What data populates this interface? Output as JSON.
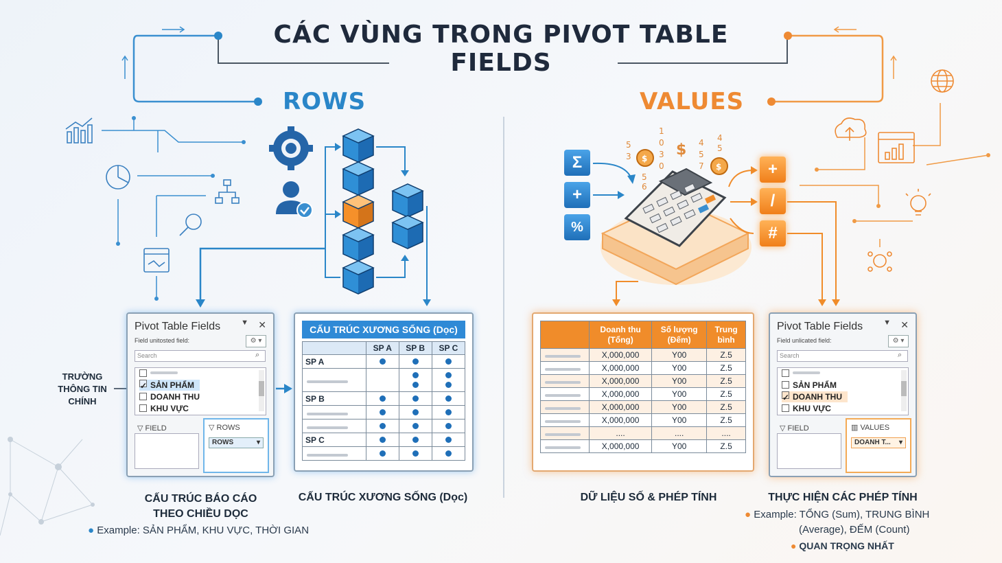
{
  "title": "CÁC VÙNG TRONG PIVOT TABLE FIELDS",
  "rows_section": {
    "heading": "ROWS",
    "side_label": [
      "TRƯỜNG",
      "THÔNG TIN",
      "CHÍNH"
    ],
    "panel": {
      "title": "Pivot Table Fields",
      "subtitle": "Field unitosted field:",
      "search_placeholder": "Search",
      "items": [
        "SẢN PHẨM",
        "DOANH THU",
        "KHU VỰC"
      ],
      "field_area_label": "FIELD",
      "rows_area_label": "ROWS",
      "rows_chip": "ROWS"
    },
    "table": {
      "title": "CẤU TRÚC XƯƠNG SỐNG (Dọc)",
      "columns": [
        "SP A",
        "SP B",
        "SP C"
      ],
      "row_labels": [
        "SP A",
        "",
        "",
        "SP B",
        "",
        "",
        "SP C",
        ""
      ]
    },
    "caption_left": [
      "CẤU TRÚC BÁO CÁO",
      "THEO CHIỀU DỌC"
    ],
    "caption_right": "CẤU TRÚC XƯƠNG SỐNG (Dọc)",
    "example": "Example: SẢN PHẨM, KHU VỰC, THỜI GIAN"
  },
  "values_section": {
    "heading": "VALUES",
    "operators_left": [
      "Σ",
      "+",
      "%"
    ],
    "operators_right": [
      "+",
      "/",
      "#"
    ],
    "table": {
      "headers": [
        "Doanh thu (Tổng)",
        "Số lượng (Đếm)",
        "Trung bình"
      ],
      "rows": [
        [
          "X,000,000",
          "Y00",
          "Z.5"
        ],
        [
          "X,000,000",
          "Y00",
          "Z.5"
        ],
        [
          "X,000,000",
          "Y00",
          "Z.5"
        ],
        [
          "X,000,000",
          "Y00",
          "Z.5"
        ],
        [
          "X,000,000",
          "Y00",
          "Z.5"
        ],
        [
          "X,000,000",
          "Y00",
          "Z.5"
        ],
        [
          "....",
          "....",
          "...."
        ],
        [
          "X,000,000",
          "Y00",
          "Z.5"
        ]
      ]
    },
    "panel": {
      "title": "Pivot Table Fields",
      "subtitle": "Field unlicated field:",
      "search_placeholder": "Search",
      "items": [
        "SẢN PHẨM",
        "DOANH THU",
        "KHU VỰC"
      ],
      "field_area_label": "FIELD",
      "values_area_label": "VALUES",
      "values_chip": "DOANH T..."
    },
    "caption_left": "DỮ LIỆU SỐ & PHÉP TÍNH",
    "caption_right": "THỰC HIỆN CÁC PHÉP TÍNH",
    "example_lines": [
      "Example: TỔNG (Sum), TRUNG BÌNH",
      "(Average), ĐẾM (Count)"
    ],
    "importance": "QUAN TRỌNG NHẤT"
  },
  "colors": {
    "rows_accent": "#2a86c8",
    "values_accent": "#ee8a33"
  }
}
